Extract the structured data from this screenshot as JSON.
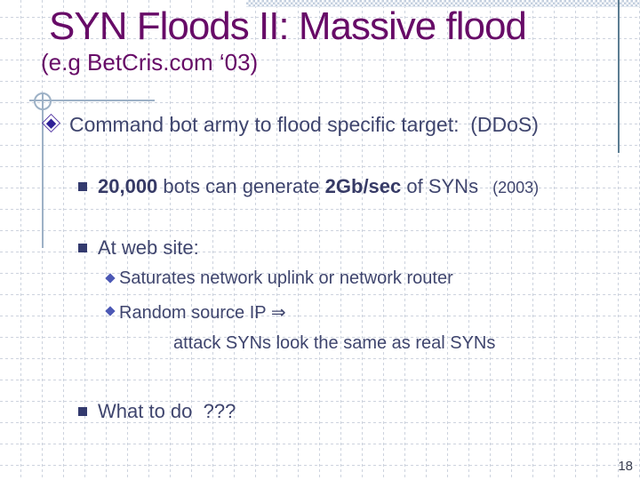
{
  "slide": {
    "title": "SYN Floods II: Massive flood",
    "subtitle": "(e.g BetCris.com ‘03)",
    "page_number": "18"
  },
  "content": {
    "bullet_command": "Command bot army to flood specific target:  (DDoS)",
    "stat_line": {
      "bold_count": "20,000",
      "middle": " bots can generate ",
      "bold_rate": "2Gb/sec",
      "suffix": " of SYNs",
      "year_note": "(2003)"
    },
    "at_web_site": "At web site:",
    "saturates": "Saturates network uplink or network router",
    "random_ip": "Random source IP ",
    "arrow": "⇒",
    "attack_syns": "attack SYNs look the same as real SYNs",
    "what_to_do": "What to do  ???"
  },
  "colors": {
    "title_purple": "#670b67",
    "body_text": "#3f456e",
    "bullet_diamond_fill": "#2e1f96",
    "bullet_diamond_outline": "#5b3fa8",
    "bullet_square": "#333a6e",
    "bullet_small_diamond": "#4c58b5",
    "ornament_line": "#9db1c6",
    "right_rule": "#5c7d92",
    "grid_dots": "#cdd3de",
    "band_check": "#c3cfdf"
  }
}
